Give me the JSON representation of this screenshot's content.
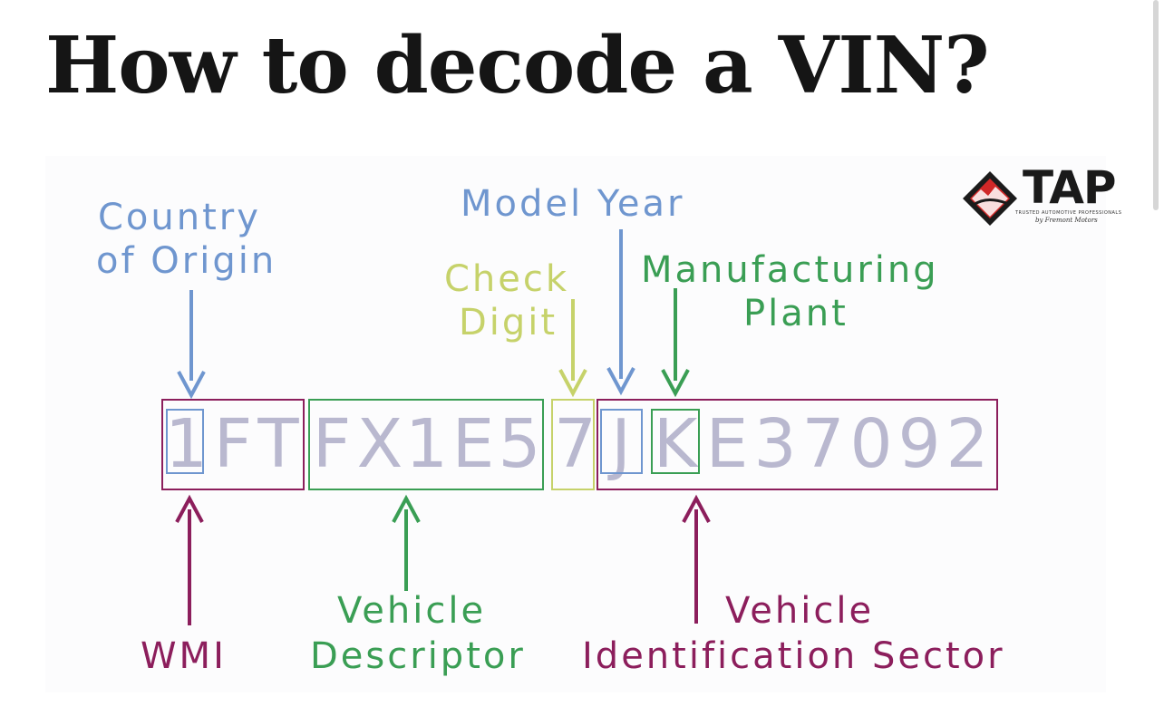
{
  "title": "How to decode a VIN?",
  "vin": {
    "characters": [
      "1",
      "F",
      "T",
      "F",
      "X",
      "1",
      "E",
      "5",
      "7",
      "J",
      "K",
      "E",
      "3",
      "7",
      "0",
      "9",
      "2"
    ]
  },
  "labels": {
    "country_line1": "Country",
    "country_line2": "of Origin",
    "model_year": "Model Year",
    "check_line1": "Check",
    "check_line2": "Digit",
    "plant_line1": "Manufacturing",
    "plant_line2": "Plant",
    "wmi": "WMI",
    "descriptor_line1": "Vehicle",
    "descriptor_line2": "Descriptor",
    "vis_line1": "Vehicle",
    "vis_line2": "Identification Sector"
  },
  "logo": {
    "text": "TAP",
    "subtitle": "TRUSTED AUTOMOTIVE PROFESSIONALS",
    "byline": "by Fremont Motors"
  },
  "colors": {
    "blue": "#6f96cf",
    "green": "#3a9e54",
    "yellow": "#c6d26a",
    "purple": "#8c1e5c",
    "vin_text": "#b9b8cf",
    "title": "#151515"
  }
}
